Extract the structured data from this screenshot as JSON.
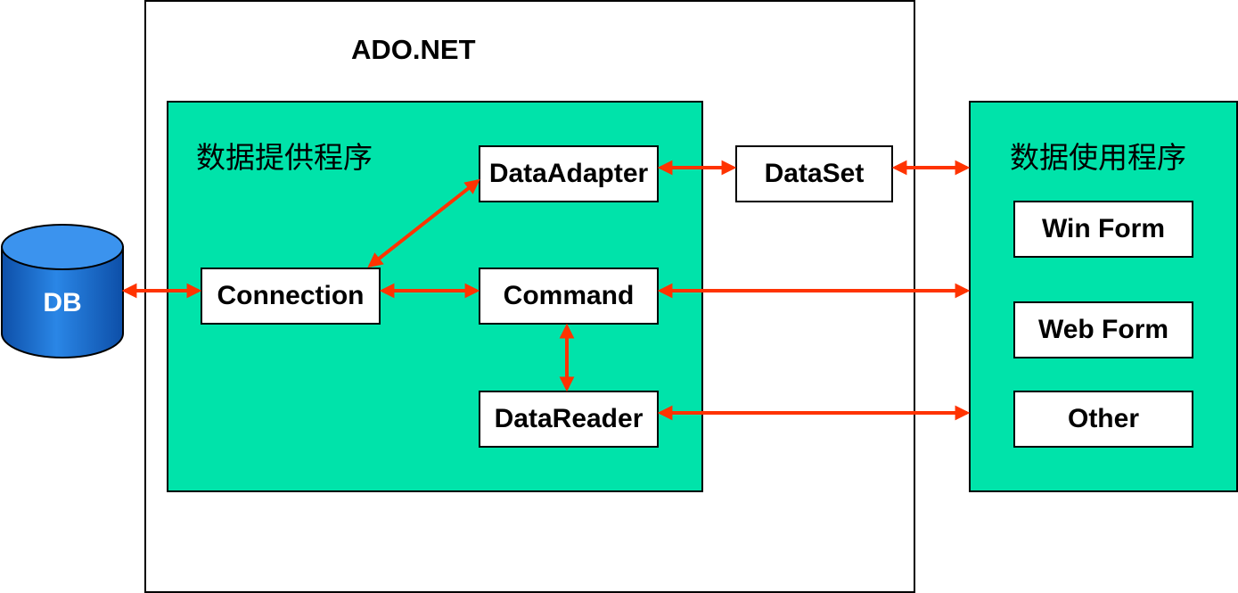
{
  "title": "ADO.NET",
  "db": {
    "label": "DB",
    "fill": "#1f76d6"
  },
  "provider": {
    "label": "数据提供程序",
    "nodes": {
      "connection": "Connection",
      "data_adapter": "DataAdapter",
      "command": "Command",
      "data_reader": "DataReader"
    }
  },
  "dataset": {
    "label": "DataSet"
  },
  "consumer": {
    "label": "数据使用程序",
    "items": [
      "Win Form",
      "Web Form",
      "Other"
    ]
  },
  "colors": {
    "group_fill": "#00e3aa",
    "arrow": "#ff3300"
  }
}
